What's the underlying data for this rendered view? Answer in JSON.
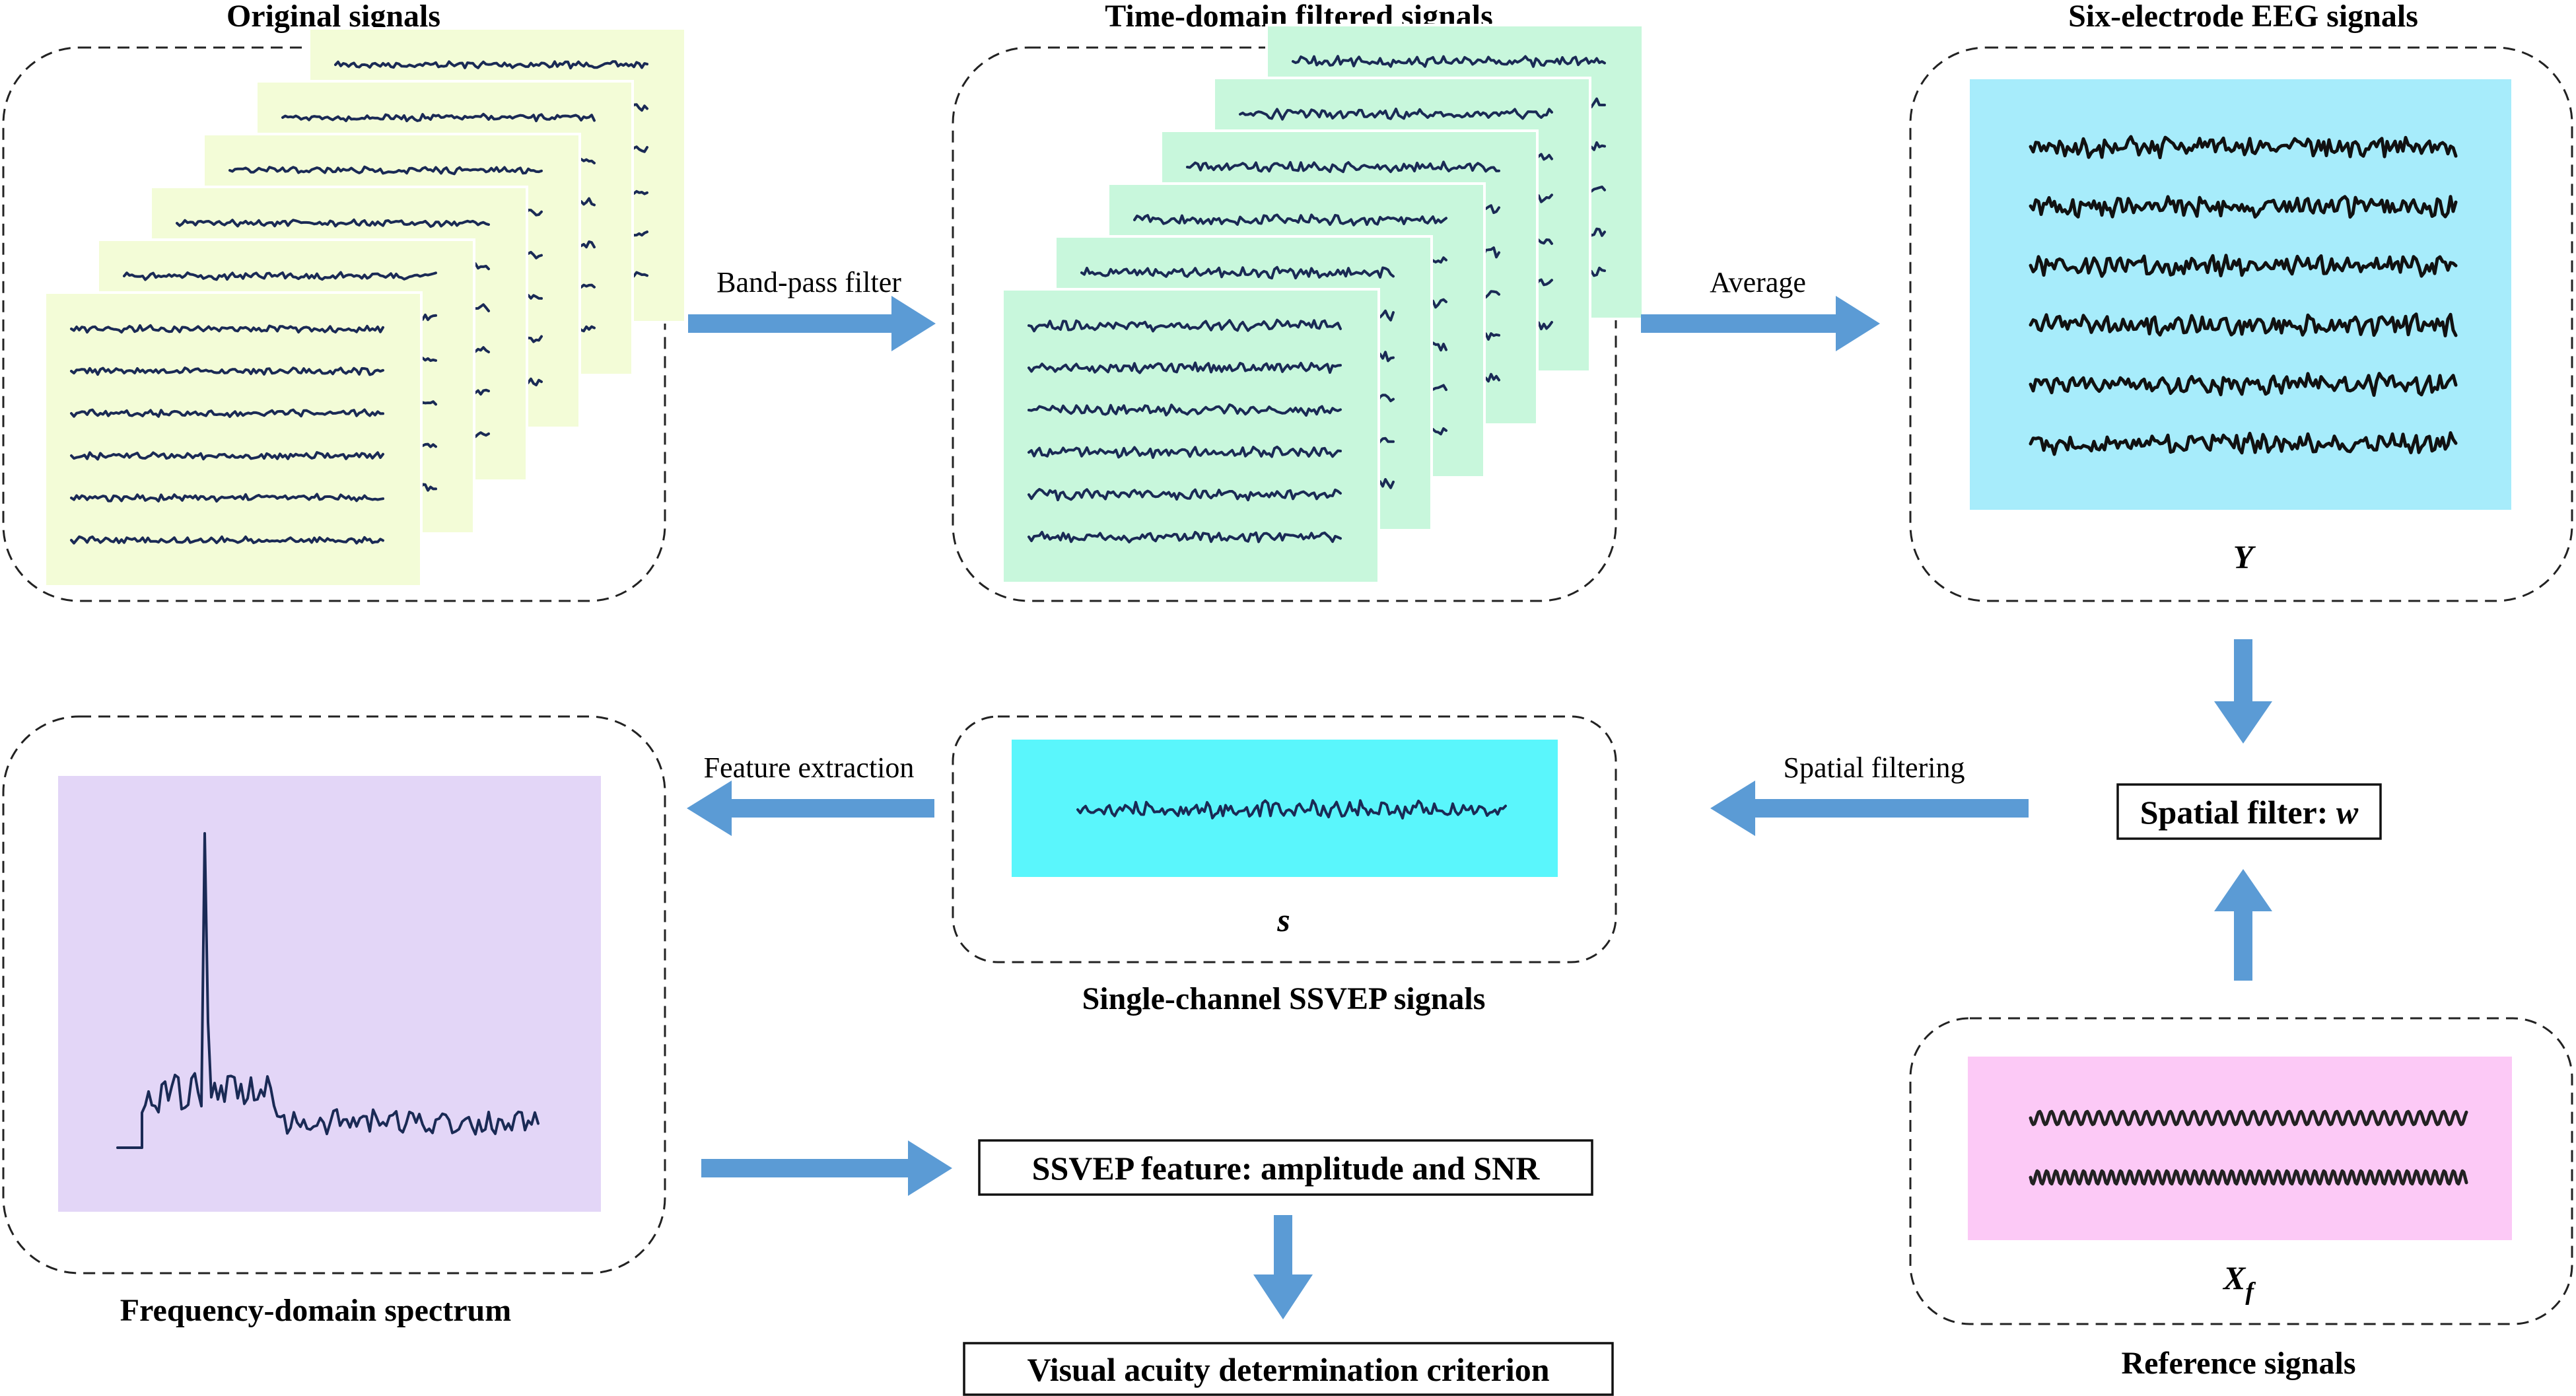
{
  "titles": {
    "original": "Original signals",
    "time_filtered": "Time-domain filtered signals",
    "six_electrode": "Six-electrode EEG signals",
    "single_channel": "Single-channel SSVEP signals",
    "frequency_spectrum": "Frequency-domain spectrum",
    "reference": "Reference signals"
  },
  "arrow_labels": {
    "band_pass": "Band-pass filter",
    "average": "Average",
    "spatial_filtering": "Spatial filtering",
    "feature_extraction": "Feature extraction"
  },
  "boxes": {
    "spatial_filter": "Spatial filter: ",
    "spatial_filter_var": "w",
    "ssvep_feature": "SSVEP feature: amplitude and SNR",
    "criterion": "Visual acuity determination criterion"
  },
  "math_labels": {
    "Y": "Y",
    "s": "s",
    "X": "X",
    "X_sub": "f"
  },
  "colors": {
    "original_panel": "#f3fcd7",
    "filtered_panel": "#c8f7dc",
    "eeg_panel": "#a7ecfb",
    "single_panel": "#5af6fc",
    "spectrum_panel": "#e3d6f7",
    "reference_panel": "#fcc9f6",
    "arrow": "#5b9bd5",
    "signal_dark": "#1a2a55"
  }
}
